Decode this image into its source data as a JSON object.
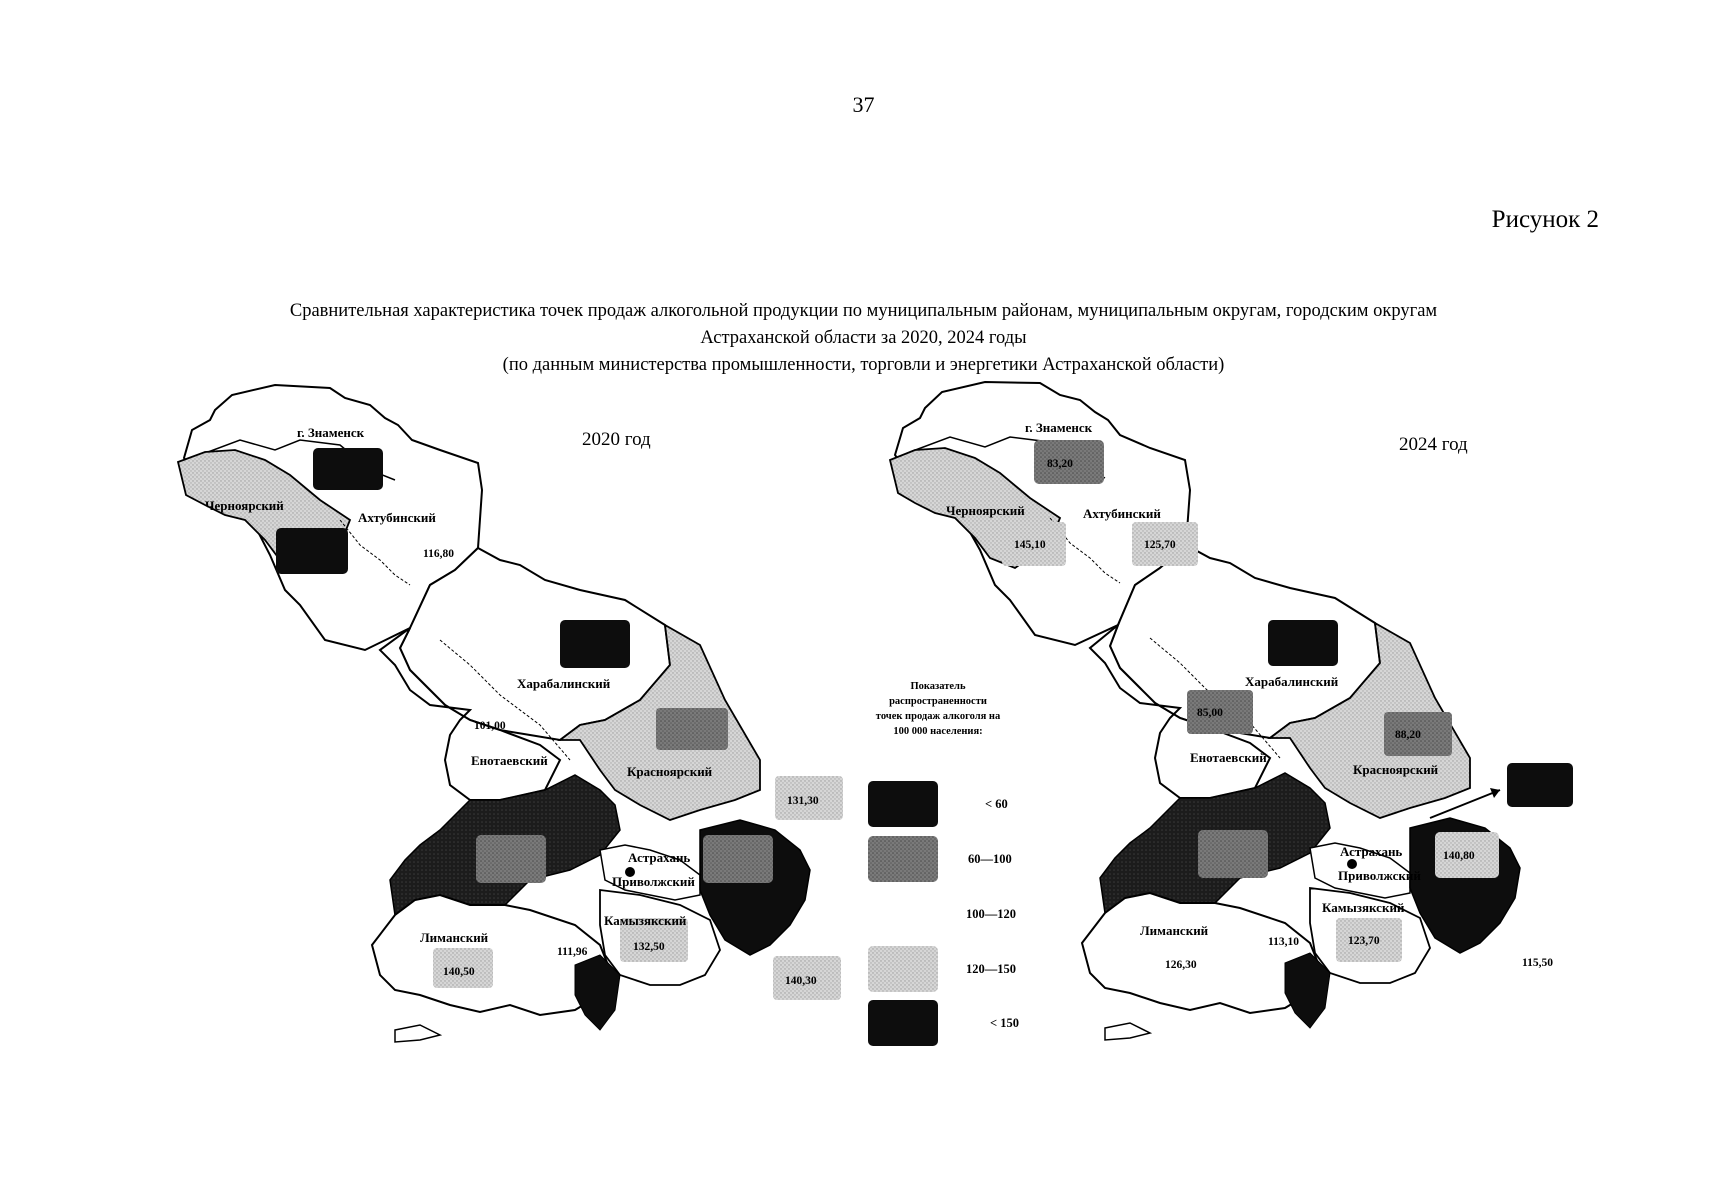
{
  "page": {
    "number": "37",
    "figure_label": "Рисунок 2",
    "title_lines": [
      "Сравнительная характеристика точек продаж алкогольной продукции по муниципальным районам, муниципальным округам, городским округам",
      "Астраханской области за 2020, 2024 годы",
      "(по данным министерства промышленности, торговли и энергетики Астраханской области)"
    ]
  },
  "legend": {
    "title_lines": [
      "Показатель",
      "распространенности",
      "точек продаж алкоголя на",
      "100 000 населения:"
    ],
    "items": [
      {
        "range": "< 60",
        "color": "#0d0d0d"
      },
      {
        "range": "60—100",
        "color": "#6a6a6a"
      },
      {
        "range": "100—120",
        "color": "#ffffff"
      },
      {
        "range": "120—150",
        "color": "#c4c4c4"
      },
      {
        "range": "< 150",
        "color": "#0d0d0d"
      }
    ]
  },
  "maps": [
    {
      "year": "2020 год",
      "districts": {
        "znamensk": {
          "name": "г. Знаменск",
          "value": ""
        },
        "chernoyarsky": {
          "name": "Черноярский",
          "value": ""
        },
        "akhtubinsky": {
          "name": "Ахтубинский",
          "value": "116,80"
        },
        "kharabalinsky": {
          "name": "Харабалинский",
          "value": ""
        },
        "enotaevsky": {
          "name": "Енотаевский",
          "value": "101,00"
        },
        "krasnoyarsky": {
          "name": "Красноярский",
          "value": ""
        },
        "narimanovsky": {
          "name": "",
          "value": ""
        },
        "astrakhan": {
          "name": "Астрахань",
          "value": ""
        },
        "privolzhsky": {
          "name": "Приволжский",
          "value": ""
        },
        "kamyzyaksky": {
          "name": "Камызякский",
          "value": "132,50"
        },
        "limansky": {
          "name": "Лиманский",
          "value": "140,50"
        },
        "ikryaninsky": {
          "name": "",
          "value": "111,96"
        },
        "volodarsky": {
          "name": "",
          "value": ""
        },
        "callout_top": {
          "value": "131,30"
        },
        "callout_bottom": {
          "value": "140,30"
        }
      }
    },
    {
      "year": "2024 год",
      "districts": {
        "znamensk": {
          "name": "г. Знаменск",
          "value": "83,20"
        },
        "chernoyarsky": {
          "name": "Черноярский",
          "value": "145,10"
        },
        "akhtubinsky": {
          "name": "Ахтубинский",
          "value": "125,70"
        },
        "kharabalinsky": {
          "name": "Харабалинский",
          "value": ""
        },
        "enotaevsky": {
          "name": "Енотаевский",
          "value": "85,00"
        },
        "krasnoyarsky": {
          "name": "Красноярский",
          "value": "88,20"
        },
        "narimanovsky": {
          "name": "",
          "value": ""
        },
        "astrakhan": {
          "name": "Астрахань",
          "value": ""
        },
        "privolzhsky": {
          "name": "Приволжский",
          "value": "140,80"
        },
        "kamyzyaksky": {
          "name": "Камызякский",
          "value": "123,70"
        },
        "limansky": {
          "name": "Лиманский",
          "value": "126,30"
        },
        "ikryaninsky": {
          "name": "",
          "value": "113,10"
        },
        "volodarsky": {
          "name": "",
          "value": "115,50"
        }
      }
    }
  ]
}
